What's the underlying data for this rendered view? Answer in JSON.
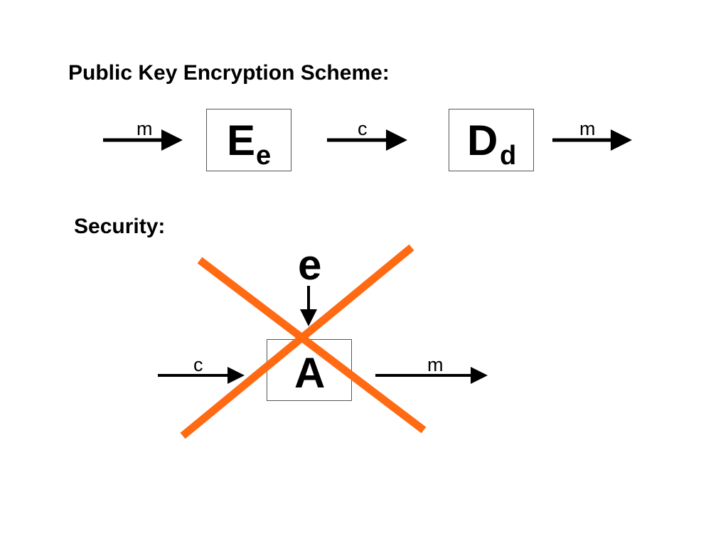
{
  "headings": {
    "scheme": "Public Key Encryption Scheme:",
    "security": "Security:"
  },
  "scheme": {
    "input_label": "m",
    "encrypt_box": {
      "letter": "E",
      "subscript": "e"
    },
    "middle_label": "c",
    "decrypt_box": {
      "letter": "D",
      "subscript": "d"
    },
    "output_label": "m"
  },
  "security": {
    "key_label": "e",
    "input_label": "c",
    "adversary_box": {
      "letter": "A"
    },
    "output_label": "m"
  },
  "colors": {
    "arrow": "#000000",
    "box_border": "#555555",
    "cross": "#FF6A13"
  },
  "icons": {
    "cross": "cross-out-mark"
  }
}
